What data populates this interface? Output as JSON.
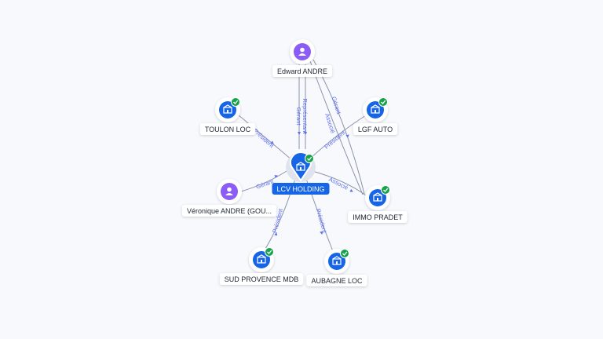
{
  "colors": {
    "company": "#1565e6",
    "person": "#8b5cf6",
    "check": "#16a34a",
    "edge": "#8a94ad",
    "edge_label": "#5b6ef0",
    "center_label_bg": "#1565e6"
  },
  "nodes": [
    {
      "id": "lcv",
      "label": "LCV HOLDING",
      "type": "company",
      "center": true,
      "verified": true
    },
    {
      "id": "edward",
      "label": "Edward ANDRE",
      "type": "person"
    },
    {
      "id": "toulon",
      "label": "TOULON LOC",
      "type": "company",
      "verified": true
    },
    {
      "id": "lgf",
      "label": "LGF AUTO",
      "type": "company",
      "verified": true
    },
    {
      "id": "veronique",
      "label": "Véronique ANDRE (GOU...",
      "type": "person"
    },
    {
      "id": "immo",
      "label": "IMMO PRADET",
      "type": "company",
      "verified": true
    },
    {
      "id": "sud",
      "label": "SUD PROVENCE MDB",
      "type": "company",
      "verified": true
    },
    {
      "id": "aubagne",
      "label": "AUBAGNE LOC",
      "type": "company",
      "verified": true
    }
  ],
  "edges": [
    {
      "from": "edward",
      "to": "lcv",
      "label": "Gérant"
    },
    {
      "from": "edward",
      "to": "lcv",
      "label": "Représentant"
    },
    {
      "from": "edward",
      "to": "immo",
      "label": "Gérant"
    },
    {
      "from": "edward",
      "to": "immo",
      "label": "Associé"
    },
    {
      "from": "lcv",
      "to": "toulon",
      "label": "Président"
    },
    {
      "from": "lcv",
      "to": "lgf",
      "label": "Président"
    },
    {
      "from": "veronique",
      "to": "lcv",
      "label": "Gérant"
    },
    {
      "from": "lcv",
      "to": "immo",
      "label": "Associé"
    },
    {
      "from": "lcv",
      "to": "sud",
      "label": "Président"
    },
    {
      "from": "lcv",
      "to": "aubagne",
      "label": "Président"
    }
  ]
}
